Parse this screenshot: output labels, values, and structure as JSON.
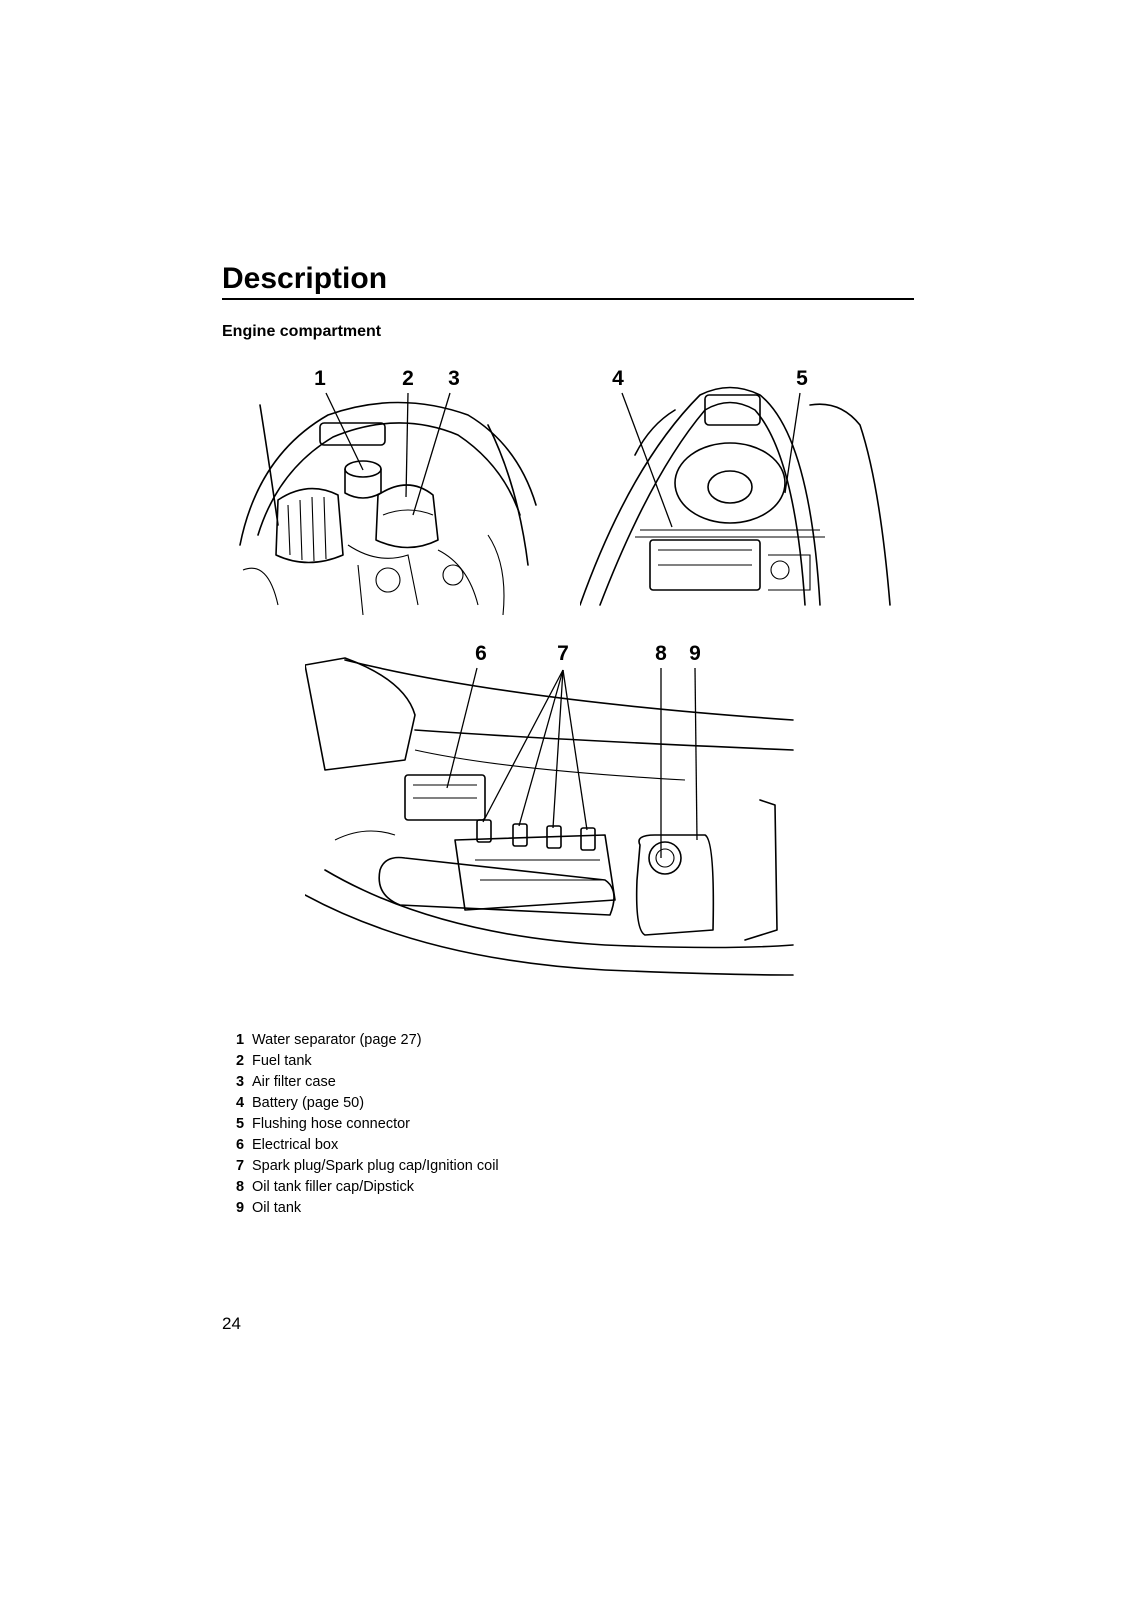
{
  "header": {
    "title": "Description",
    "section": "Engine compartment"
  },
  "figure_top": {
    "callouts": [
      "1",
      "2",
      "3",
      "4",
      "5"
    ]
  },
  "figure_bottom": {
    "callouts": [
      "6",
      "7",
      "8",
      "9"
    ]
  },
  "legend": [
    {
      "num": "1",
      "text": "Water separator (page 27)"
    },
    {
      "num": "2",
      "text": "Fuel tank"
    },
    {
      "num": "3",
      "text": "Air filter case"
    },
    {
      "num": "4",
      "text": "Battery (page 50)"
    },
    {
      "num": "5",
      "text": "Flushing hose connector"
    },
    {
      "num": "6",
      "text": "Electrical box"
    },
    {
      "num": "7",
      "text": "Spark plug/Spark plug cap/Ignition coil"
    },
    {
      "num": "8",
      "text": "Oil tank filler cap/Dipstick"
    },
    {
      "num": "9",
      "text": "Oil tank"
    }
  ],
  "footer": {
    "page_number": "24"
  }
}
